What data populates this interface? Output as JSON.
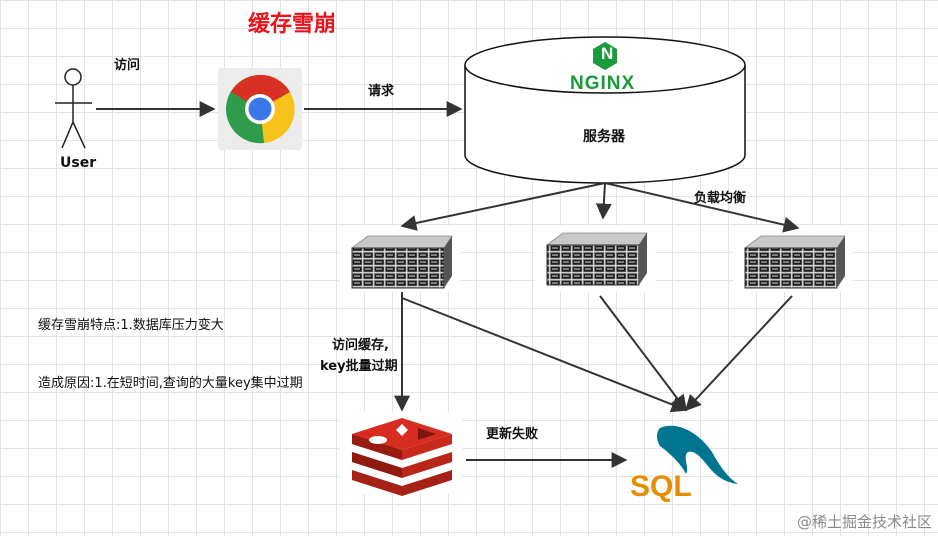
{
  "title": "缓存雪崩",
  "nodes": {
    "user_label": "User",
    "server_label": "服务器",
    "nginx_logo_text": "NGINX",
    "nginx_logo_letter": "N",
    "sql_logo_text": "SQL"
  },
  "edges": {
    "visit": "访问",
    "request": "请求",
    "load_balance": "负载均衡",
    "cache_access_line1": "访问缓存,",
    "cache_access_line2": "key批量过期",
    "update_fail": "更新失败"
  },
  "notes": {
    "feature": "缓存雪崩特点:1.数据库压力变大",
    "cause": "造成原因:1.在短时间,查询的大量key集中过期"
  },
  "watermark": "@稀土掘金技术社区",
  "colors": {
    "title": "#e8141b",
    "nginx_green": "#1a9a3a",
    "redis_red": "#d82c20",
    "sql_orange": "#e48e00",
    "dolphin_blue": "#00758f"
  }
}
